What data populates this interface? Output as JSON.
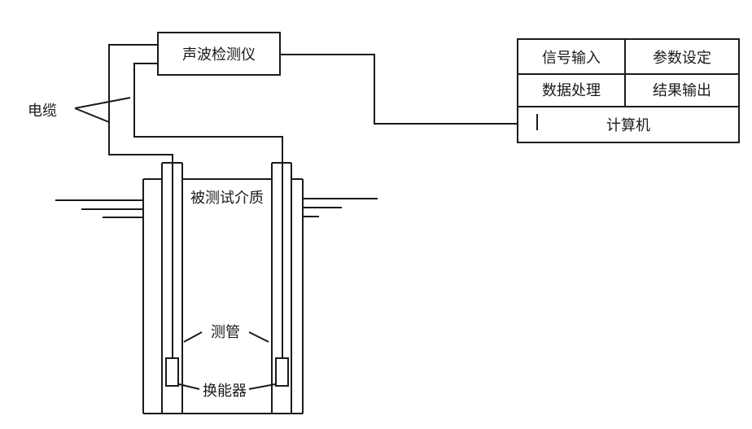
{
  "instrument": {
    "label": "声波检测仪"
  },
  "cable": {
    "label": "电缆"
  },
  "computer": {
    "cells": [
      "信号输入",
      "参数设定",
      "数据处理",
      "结果输出"
    ],
    "label": "计算机"
  },
  "medium": {
    "label": "被测试介质"
  },
  "tube": {
    "label": "测管"
  },
  "transducer": {
    "label": "换能器"
  }
}
